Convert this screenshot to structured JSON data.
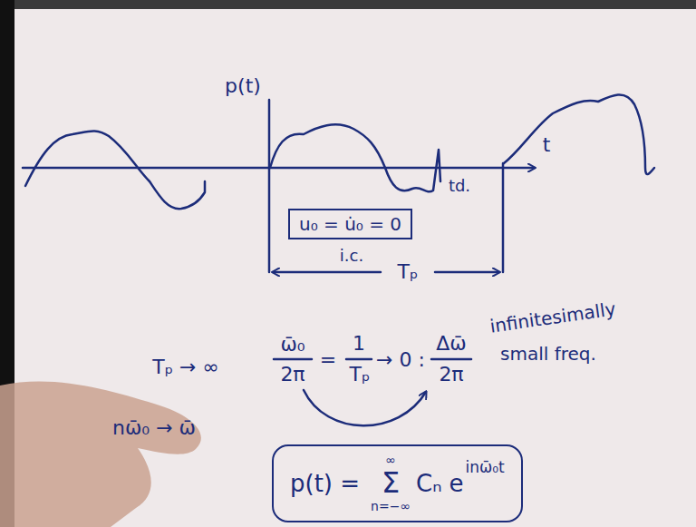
{
  "diagram": {
    "nodes": [
      {
        "text": [
          "u₀ = u̇₀ = 0"
        ]
      },
      {
        "text": [
          "p(t) =",
          "∞",
          "Σ",
          "n=−∞",
          "Cₙ",
          "e",
          "inω̄₀t"
        ]
      }
    ],
    "labels": [
      "p(t)",
      "t",
      "td.",
      "i.c.",
      "Tₚ",
      "Tₚ → ∞",
      "ω̄₀",
      "2π",
      "=",
      "1",
      "Tₚ",
      "→ 0 :",
      "Δω̄",
      "2π",
      "infinitesimally",
      "small freq.",
      "nω̄₀ → ω̄"
    ]
  }
}
